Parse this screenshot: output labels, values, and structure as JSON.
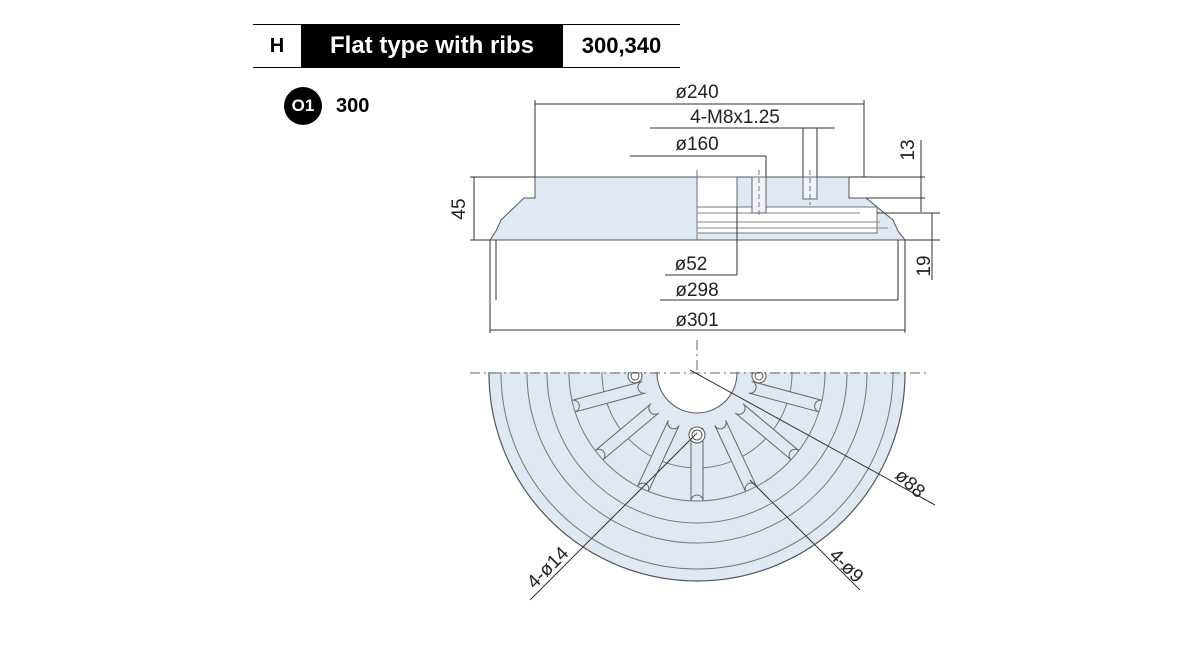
{
  "header": {
    "code": "H",
    "title": "Flat type with ribs",
    "sizes": "300,340"
  },
  "variant": {
    "badge": "O1",
    "size": "300"
  },
  "dimensions": {
    "d240": "ø240",
    "thread": "4-M8x1.25",
    "d160": "ø160",
    "h13": "13",
    "h45": "45",
    "d52": "ø52",
    "h19": "19",
    "d298": "ø298",
    "d301": "ø301",
    "d88": "ø88",
    "hole14": "4-ø14",
    "hole9": "4-ø9"
  },
  "colors": {
    "part_fill": "#dfe8f3",
    "line": "#333333",
    "header_bg": "#000000"
  }
}
